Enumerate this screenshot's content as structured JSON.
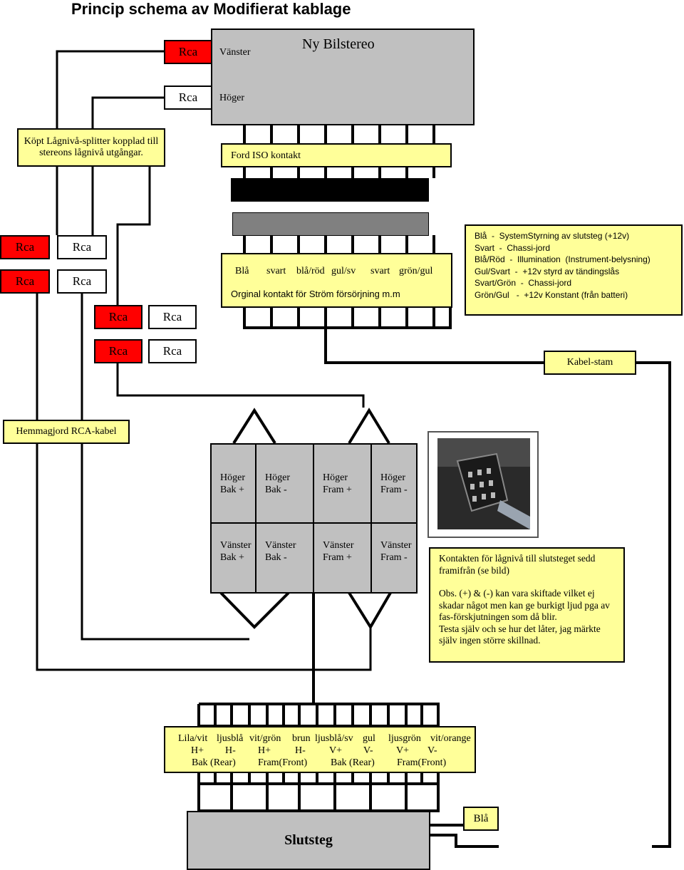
{
  "title": "Princip schema av Modifierat kablage",
  "stereo": {
    "name": "Ny Bilstereo",
    "left": "Vänster",
    "right": "Höger"
  },
  "rca": "Rca",
  "splitter_note": "Köpt Lågnivå-splitter kopplad till stereons lågnivå utgångar.",
  "iso_label": "Ford ISO kontakt",
  "orig_connector": {
    "wires": [
      "Blå",
      "svart",
      "blå/röd",
      "gul/sv",
      "svart",
      "grön/gul"
    ],
    "label": "Orginal kontakt för Ström försörjning m.m"
  },
  "legend": [
    "Blå  -  SystemStyrning av slutsteg (+12v)",
    "Svart  -  Chassi-jord",
    "Blå/Röd  -  Illumination  (Instrument-belysning)",
    "Gul/Svart  -  +12v styrd av tändingslås",
    "Svart/Grön  -  Chassi-jord",
    "Grön/Gul   -  +12v Konstant (från batteri)"
  ],
  "kabel_stam": "Kabel-stam",
  "rca_cable": "Hemmagjord RCA-kabel",
  "terminals_top": [
    {
      "l1": "Höger",
      "l2": "Bak +"
    },
    {
      "l1": "Höger",
      "l2": "Bak -"
    },
    {
      "l1": "Höger",
      "l2": "Fram +"
    },
    {
      "l1": "Höger",
      "l2": "Fram  -"
    }
  ],
  "terminals_bottom": [
    {
      "l1": "Vänster",
      "l2": "Bak +"
    },
    {
      "l1": "Vänster",
      "l2": "Bak -"
    },
    {
      "l1": "Vänster",
      "l2": "Fram  +"
    },
    {
      "l1": "Vänster",
      "l2": "Fram -"
    }
  ],
  "photo_note": {
    "p1": "Kontakten för lågnivå till slutsteget sedd framifrån  (se bild)",
    "p2": "Obs. (+) & (-)  kan vara skiftade vilket ej skadar något men kan ge burkigt ljud pga av fas-förskjutningen som då blir.",
    "p3": "Testa själv och se hur det låter, jag märkte själv ingen större skillnad."
  },
  "amp_connector": {
    "row1": [
      "Lila/vit",
      "ljusblå",
      "vit/grön",
      "brun",
      "ljusblå/sv",
      "gul",
      "ljusgrön",
      "vit/orange"
    ],
    "row2": [
      "H+",
      "H-",
      "H+",
      "H-",
      "V+",
      "V-",
      "V+",
      "V-"
    ],
    "row3": [
      "Bak (Rear)",
      "Fram(Front)",
      "Bak (Rear)",
      "Fram(Front)"
    ]
  },
  "amp": {
    "name": "Slutsteg",
    "blue": "Blå"
  },
  "colors": {
    "red": "#ff0000",
    "yellow": "#ffff99",
    "gray": "#c0c0c0",
    "black": "#000000"
  }
}
